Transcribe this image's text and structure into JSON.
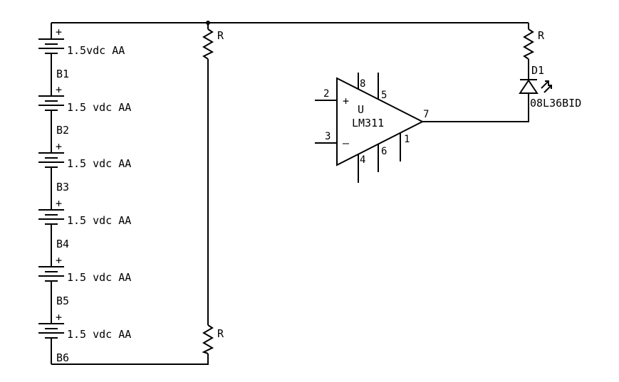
{
  "batteries": [
    {
      "id": "B1",
      "plus": "+",
      "label": "1.5vdc AA"
    },
    {
      "id": "B2",
      "plus": "+",
      "label": "1.5 vdc AA"
    },
    {
      "id": "B3",
      "plus": "+",
      "label": "1.5 vdc AA"
    },
    {
      "id": "B4",
      "plus": "+",
      "label": "1.5 vdc AA"
    },
    {
      "id": "B5",
      "plus": "+",
      "label": "1.5 vdc AA"
    },
    {
      "id": "B6",
      "plus": "+",
      "label": "1.5 vdc AA"
    }
  ],
  "resistors": {
    "top": "R",
    "bottom": "R",
    "led": "R"
  },
  "opamp": {
    "ref": "U",
    "part": "LM311",
    "plus": "+",
    "minus": "–",
    "pins": {
      "p2": "2",
      "p3": "3",
      "p8": "8",
      "p5": "5",
      "p7": "7",
      "p4": "4",
      "p6": "6",
      "p1": "1"
    }
  },
  "led": {
    "ref": "D1",
    "part": "08L36BID"
  }
}
